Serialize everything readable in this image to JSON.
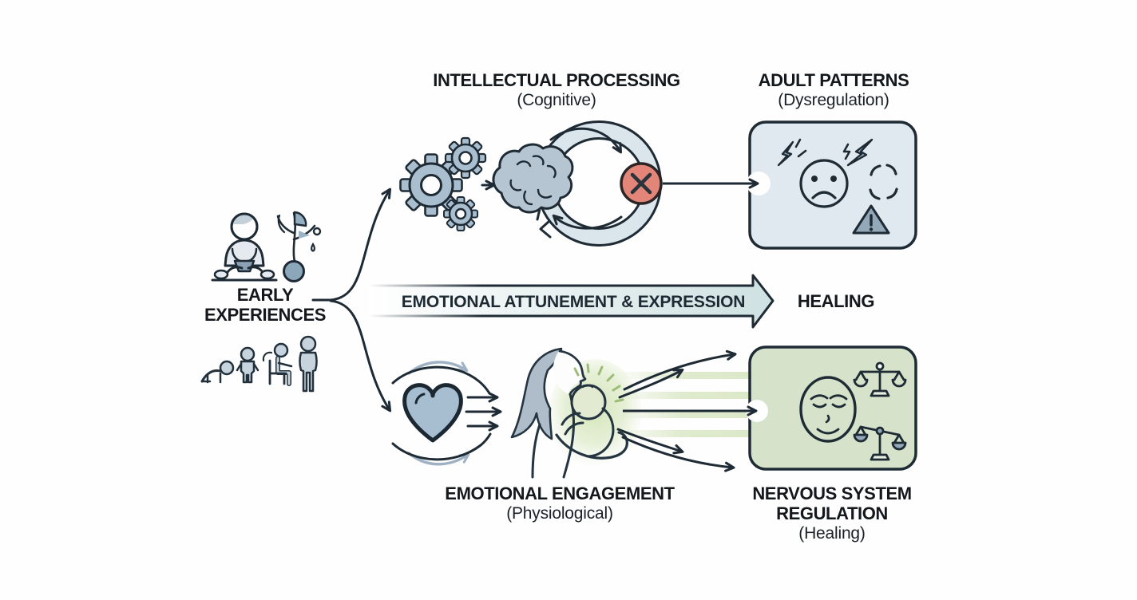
{
  "diagram_title": "Early experiences processing pathways",
  "source": {
    "line1": "EARLY",
    "line2": "EXPERIENCES"
  },
  "top_path": {
    "title": "INTELLECTUAL PROCESSING",
    "subtitle": "(Cognitive)"
  },
  "top_outcome": {
    "title": "ADULT PATTERNS",
    "subtitle": "(Dysregulation)"
  },
  "middle_path": {
    "arrow_label": "EMOTIONAL ATTUNEMENT & EXPRESSION",
    "outcome_label": "HEALING"
  },
  "bottom_path": {
    "title": "EMOTIONAL ENGAGEMENT",
    "subtitle": "(Physiological)"
  },
  "bottom_outcome": {
    "line1": "NERVOUS SYSTEM",
    "line2": "REGULATION",
    "subtitle": "(Healing)"
  },
  "icons": {
    "source": [
      "child-sitting-icon",
      "sprout-icon",
      "growth-stages-icon"
    ],
    "top_path": [
      "gears-icon",
      "brain-icon",
      "loop-cycle-icon",
      "blocked-x-icon"
    ],
    "top_outcome_box": [
      "distress-face-icon",
      "lightning-icon",
      "anger-burst-icon",
      "warning-triangle-icon"
    ],
    "bottom_path": [
      "heart-icon",
      "mother-child-icon",
      "glow"
    ],
    "bottom_outcome_box": [
      "calm-face-icon",
      "balanced-scale-icon",
      "tilted-scale-icon"
    ]
  },
  "colors": {
    "background": "#fefefe",
    "ink_outline": "#1e2b35",
    "text": "#14181d",
    "figure_fill_light": "#c7d4de",
    "figure_fill_medium": "#8ca6ba",
    "gear_fill": "#a9bfcf",
    "brain_fill": "#b6c5d2",
    "loop_ring_fill": "#dbe5ec",
    "top_box_fill": "#e0e9ef",
    "bottom_box_fill": "#d6e3ca",
    "blocked_red": "#e38579",
    "heart_fill": "#a6bed0",
    "hair_fill": "#aebdc9",
    "light_arrow": "#9fb2c3",
    "glow_green": "#d4e5ba",
    "arrow_gradient_end": "#cfe1e2",
    "scale_pan_fill": "#93a8b9"
  }
}
